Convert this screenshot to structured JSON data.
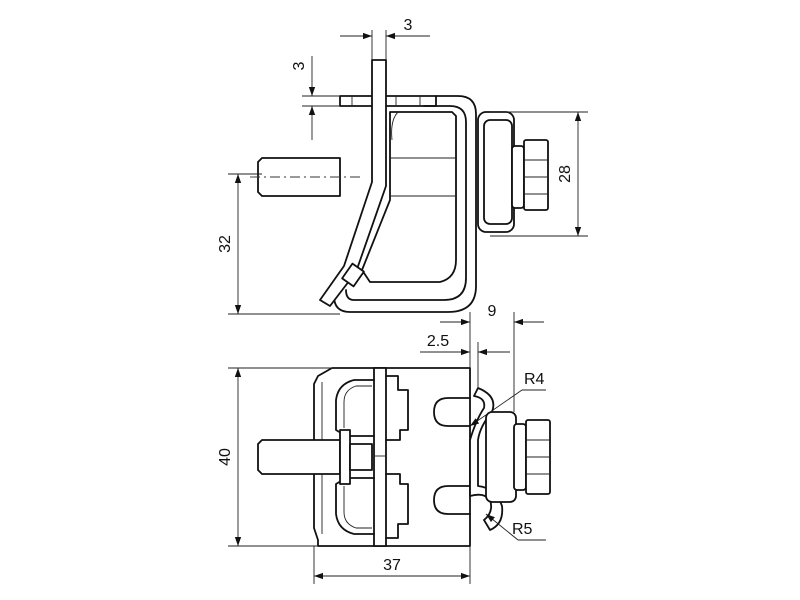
{
  "dimensions": {
    "top_view": {
      "plate_thickness": "3",
      "tab_height": "3",
      "height_right": "28",
      "bolt_offset": "32"
    },
    "bottom_view": {
      "width": "40",
      "length": "37",
      "offset_outer": "9",
      "offset_inner": "2.5",
      "radius_upper": "R4",
      "radius_lower": "R5"
    }
  },
  "colors": {
    "line": "#111111",
    "background": "#ffffff"
  }
}
